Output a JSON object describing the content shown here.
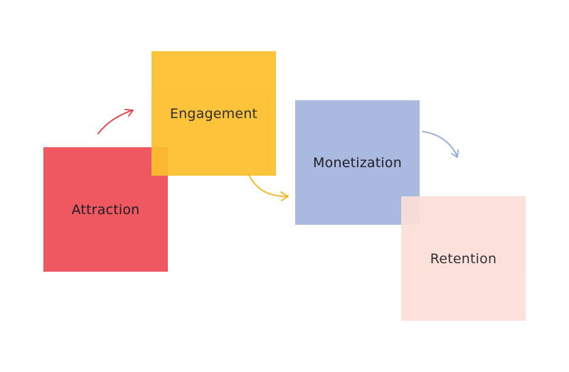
{
  "diagram": {
    "notes": [
      {
        "id": "attraction",
        "label": "Attraction",
        "color": "#ef5860"
      },
      {
        "id": "engagement",
        "label": "Engagement",
        "color": "#fdbf2d"
      },
      {
        "id": "monetization",
        "label": "Monetization",
        "color": "#a9b9df"
      },
      {
        "id": "retention",
        "label": "Retention",
        "color": "#fcdfd8"
      }
    ],
    "arrows": [
      {
        "from": "attraction",
        "to": "engagement",
        "color": "#e0404a"
      },
      {
        "from": "engagement",
        "to": "monetization",
        "color": "#f2b51d"
      },
      {
        "from": "monetization",
        "to": "retention",
        "color": "#92a8d6"
      }
    ]
  }
}
